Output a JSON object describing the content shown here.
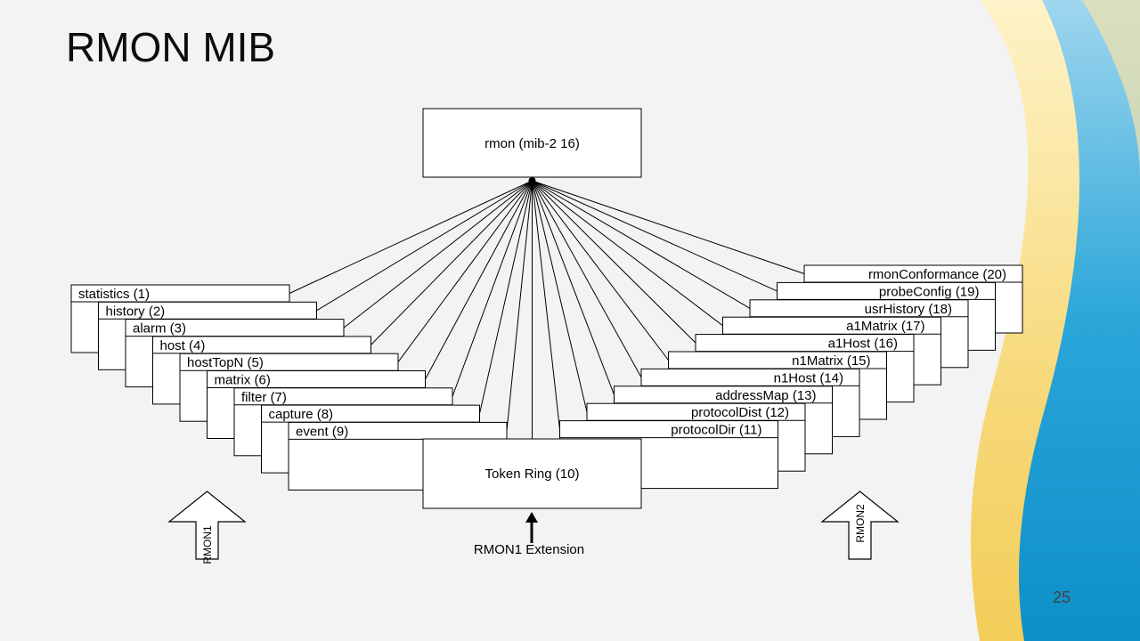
{
  "slide": {
    "title": "RMON MIB",
    "page_number": "25"
  },
  "diagram": {
    "root": "rmon (mib-2 16)",
    "left_groups": [
      "statistics (1)",
      "history (2)",
      "alarm (3)",
      "host (4)",
      "hostTopN (5)",
      "matrix (6)",
      "filter (7)",
      "capture (8)",
      "event (9)"
    ],
    "center_group": "Token Ring (10)",
    "right_groups": [
      "rmonConformance (20)",
      "probeConfig (19)",
      "usrHistory (18)",
      "a1Matrix (17)",
      "a1Host (16)",
      "n1Matrix (15)",
      "n1Host (14)",
      "addressMap (13)",
      "protocolDist (12)",
      "protocolDir (11)"
    ],
    "arrows": {
      "left": "RMON1",
      "right": "RMON2",
      "center": "RMON1 Extension"
    }
  },
  "colors": {
    "background": "#f3f3f3",
    "wave_yellow": "#f7d774",
    "wave_blue": "#1b9ad0",
    "line": "#000000"
  }
}
